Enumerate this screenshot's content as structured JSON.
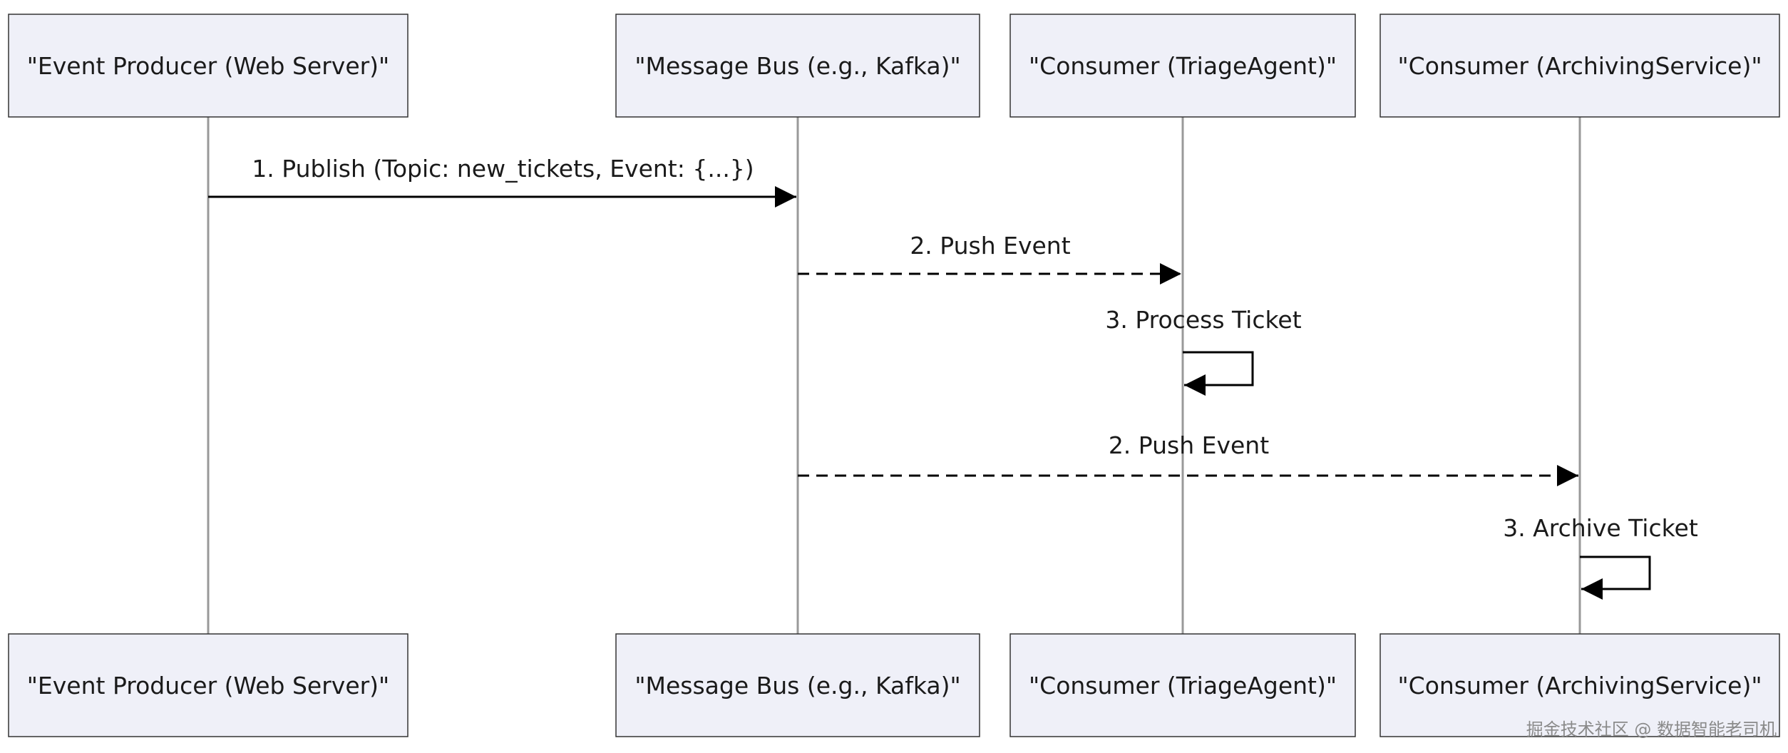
{
  "diagram": {
    "type": "sequence",
    "participants": [
      {
        "id": "producer",
        "label": "\"Event Producer (Web Server)\""
      },
      {
        "id": "bus",
        "label": "\"Message Bus (e.g., Kafka)\""
      },
      {
        "id": "triage",
        "label": "\"Consumer (TriageAgent)\""
      },
      {
        "id": "archiving",
        "label": "\"Consumer (ArchivingService)\""
      }
    ],
    "messages": [
      {
        "from": "producer",
        "to": "bus",
        "label": "1. Publish (Topic: new_tickets, Event: {...})",
        "style": "solid"
      },
      {
        "from": "bus",
        "to": "triage",
        "label": "2. Push Event",
        "style": "dashed"
      },
      {
        "from": "triage",
        "to": "triage",
        "label": "3. Process Ticket",
        "style": "solid"
      },
      {
        "from": "bus",
        "to": "archiving",
        "label": "2. Push Event",
        "style": "dashed"
      },
      {
        "from": "archiving",
        "to": "archiving",
        "label": "3. Archive Ticket",
        "style": "solid"
      }
    ],
    "colors": {
      "box_fill": "#eff0f8",
      "box_stroke": "#333333",
      "lifeline": "#999999",
      "arrow": "#000000",
      "text": "#1a1a1a"
    }
  },
  "watermark": "掘金技术社区 @ 数据智能老司机"
}
